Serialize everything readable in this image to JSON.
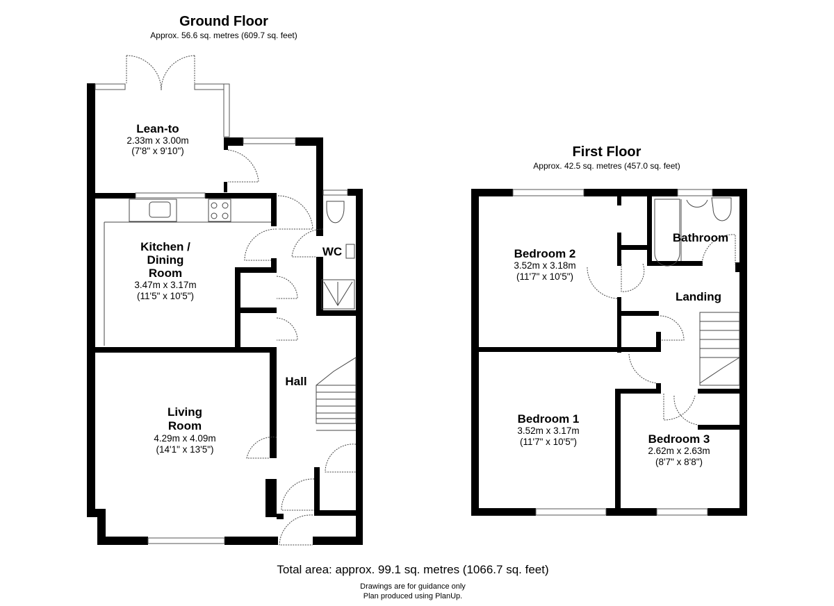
{
  "ground_floor": {
    "title": "Ground Floor",
    "area": "Approx. 56.6 sq. metres (609.7 sq. feet)",
    "rooms": [
      {
        "name": "Lean-to",
        "metric": "2.33m x 3.00m",
        "imperial": "(7'8\" x 9'10\")"
      },
      {
        "name_lines": [
          "Kitchen /",
          "Dining",
          "Room"
        ],
        "metric": "3.47m x 3.17m",
        "imperial": "(11'5\" x 10'5\")"
      },
      {
        "name_lines": [
          "Living",
          "Room"
        ],
        "metric": "4.29m x 4.09m",
        "imperial": "(14'1\" x 13'5\")"
      },
      {
        "name": "Hall"
      },
      {
        "name": "WC"
      }
    ]
  },
  "first_floor": {
    "title": "First Floor",
    "area": "Approx. 42.5 sq. metres (457.0 sq. feet)",
    "rooms": [
      {
        "name": "Bedroom 2",
        "metric": "3.52m x 3.18m",
        "imperial": "(11'7\" x 10'5\")"
      },
      {
        "name": "Bathroom"
      },
      {
        "name": "Landing"
      },
      {
        "name": "Bedroom 1",
        "metric": "3.52m x 3.17m",
        "imperial": "(11'7\" x 10'5\")"
      },
      {
        "name": "Bedroom 3",
        "metric": "2.62m x 2.63m",
        "imperial": "(8'7\" x 8'8\")"
      }
    ]
  },
  "footer": {
    "total": "Total area: approx. 99.1 sq. metres (1066.7 sq. feet)",
    "note1": "Drawings are for guidance only",
    "note2": "Plan produced using PlanUp."
  }
}
